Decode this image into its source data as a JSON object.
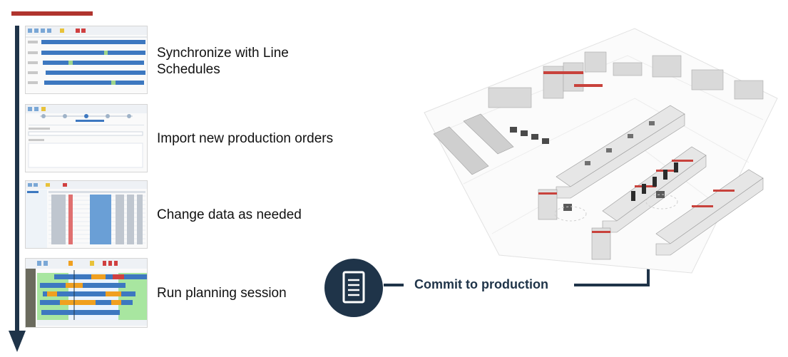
{
  "steps": [
    {
      "label": "Synchronize with Line Schedules"
    },
    {
      "label": "Import new production orders"
    },
    {
      "label": "Change data as needed"
    },
    {
      "label": "Run planning session"
    }
  ],
  "commit": {
    "label": "Commit to production"
  },
  "icons": {
    "timeline_arrow": "down-arrow-icon",
    "document": "document-icon",
    "factory": "factory-floor-illustration"
  },
  "colors": {
    "accent_red": "#b0342e",
    "navy": "#1f3449",
    "chart_blue": "#3d78c0",
    "chart_orange": "#f0a020",
    "chart_green": "#a8e6a0"
  }
}
